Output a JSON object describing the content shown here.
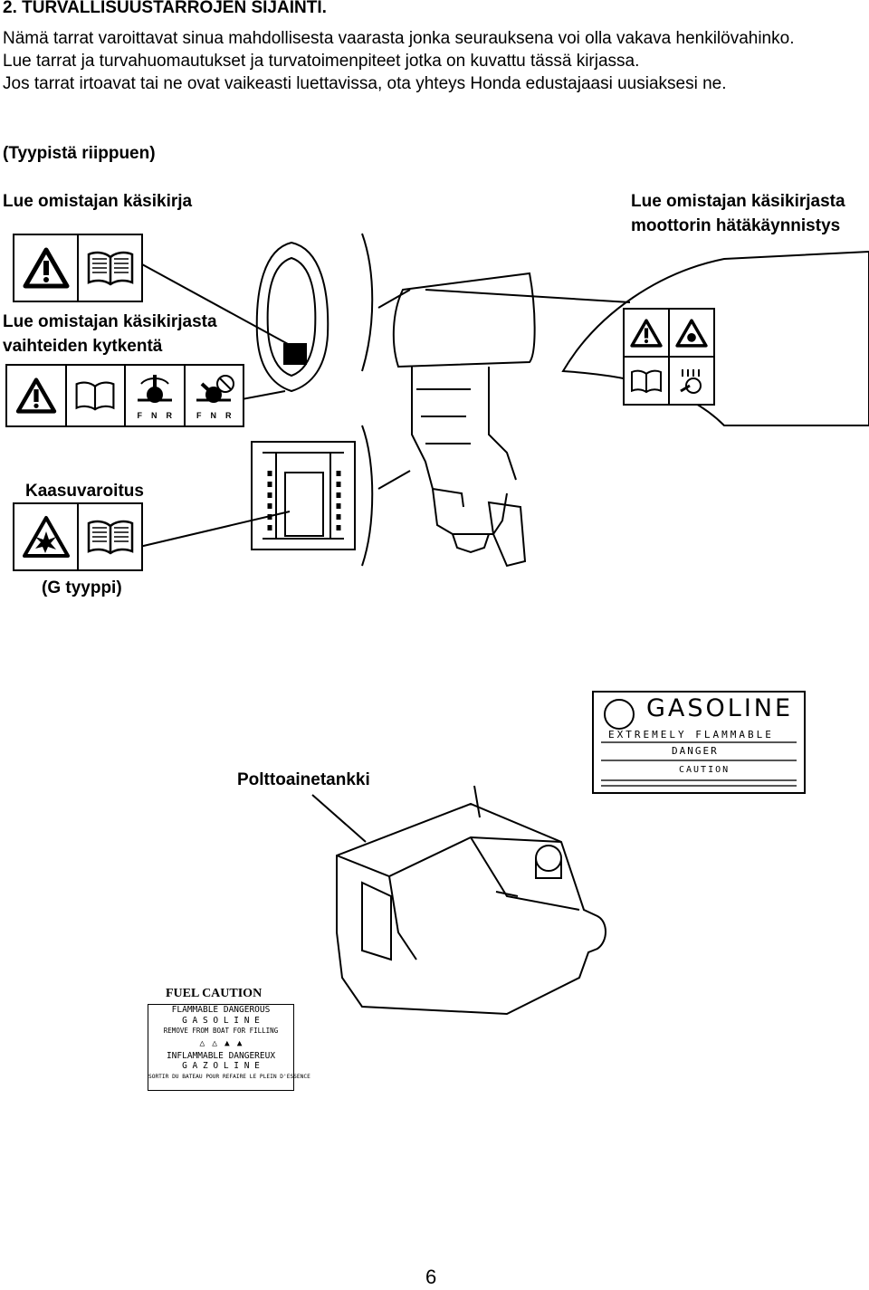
{
  "heading": "2. TURVALLISUUSTARROJEN SIJAINTI.",
  "intro": [
    "Nämä tarrat varoittavat sinua mahdollisesta vaarasta jonka seurauksena voi olla vakava henkilövahinko.",
    "Lue tarrat ja turvahuomautukset ja turvatoimenpiteet jotka on kuvattu tässä kirjassa.",
    "Jos tarrat irtoavat tai ne ovat vaikeasti luettavissa, ota yhteys Honda edustajaasi uusiaksesi ne."
  ],
  "type_note": "(Tyypistä riippuen)",
  "labels": {
    "owner_manual": "Lue omistajan käsikirja",
    "emergency_start_1": "Lue omistajan käsikirjasta",
    "emergency_start_2": "moottorin hätäkäynnistys",
    "gear_shift_1": "Lue omistajan käsikirjasta",
    "gear_shift_2": "vaihteiden kytkentä",
    "gas_warning": "Kaasuvaroitus",
    "g_type": "(G tyyppi)",
    "fuel_tank": "Polttoainetankki"
  },
  "icons": [
    "warning-triangle-icon",
    "open-book-icon",
    "explosion-icon",
    "gear-lever-icon",
    "emergency-start-icon"
  ],
  "shift_letters": [
    "F",
    "N",
    "R",
    "F",
    "N",
    "R"
  ],
  "gasoline_decal": {
    "title": "GASOLINE",
    "line1": "EXTREMELY FLAMMABLE",
    "line2": "DANGER",
    "line3": "CAUTION"
  },
  "fuel_caution": {
    "title": "FUEL CAUTION",
    "lines": [
      "FLAMMABLE DANGEROUS",
      "G A S O L I N E",
      "REMOVE FROM BOAT FOR FILLING",
      "INFLAMMABLE DANGEREUX",
      "G A Z O L I N E",
      "SORTIR DU BATEAU POUR REFAIRE LE PLEIN D'ESSENCE"
    ]
  },
  "page_number": "6"
}
